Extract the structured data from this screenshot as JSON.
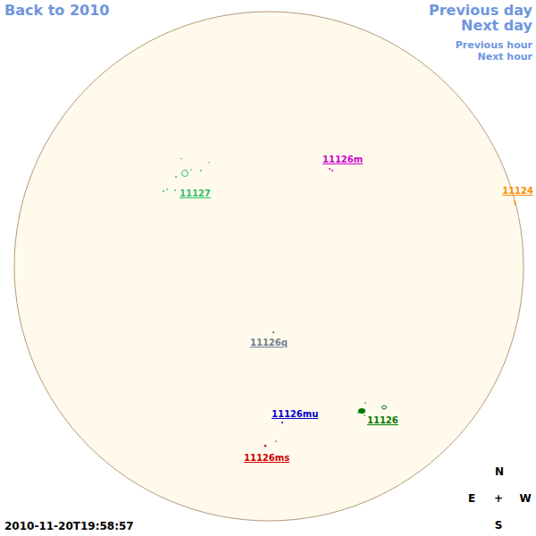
{
  "diagram": {
    "labels": [
      "Back to 2010",
      "Previous day",
      "Next day",
      "Previous hour",
      "Next hour",
      "11127",
      "11126m",
      "11124",
      "11126q",
      "11126mu",
      "11126",
      "11126ms",
      "N",
      "E",
      "+",
      "W",
      "S",
      "2010-11-20T19:58:57"
    ]
  }
}
